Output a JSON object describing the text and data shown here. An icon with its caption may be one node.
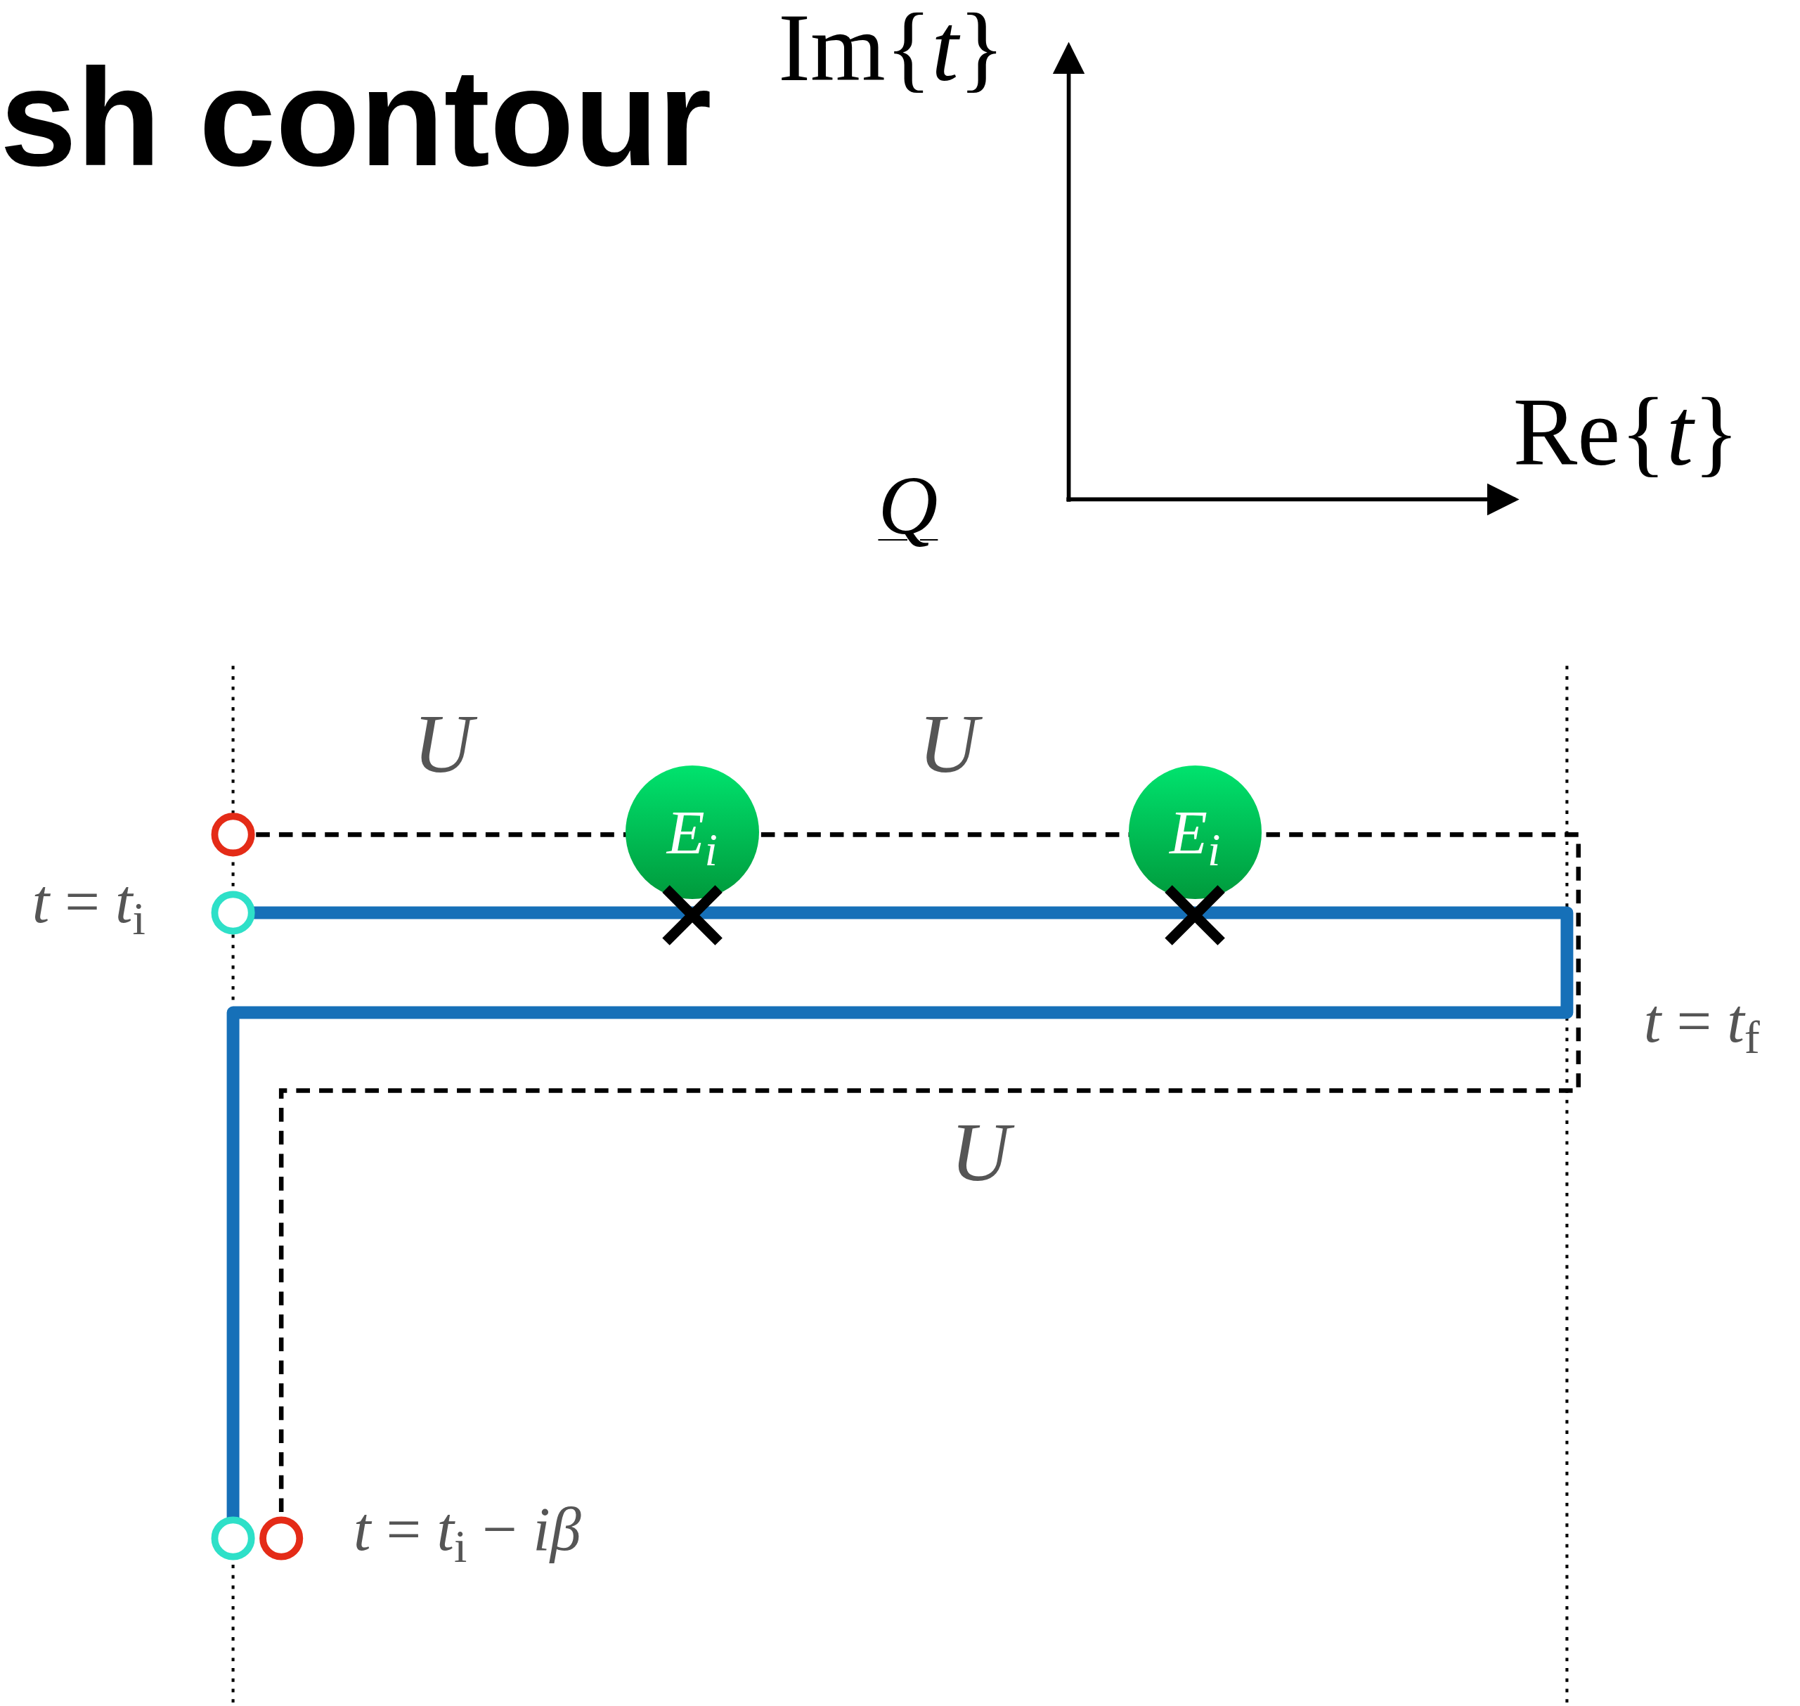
{
  "diagram": {
    "title": "sh contour",
    "nodes": [
      {
        "text": [
          "E$_{i}$"
        ]
      },
      {
        "text": [
          "E$_{i}$"
        ]
      }
    ],
    "edges": [],
    "labels": [
      "Im{*t*}",
      "Re{*t*}",
      "Q",
      "U",
      "U",
      "U",
      "*t* = *t*$_{i}$",
      "*t* = *t*$_{f}$",
      "*t* = *t*$_{i}$ − *iβ*"
    ]
  }
}
